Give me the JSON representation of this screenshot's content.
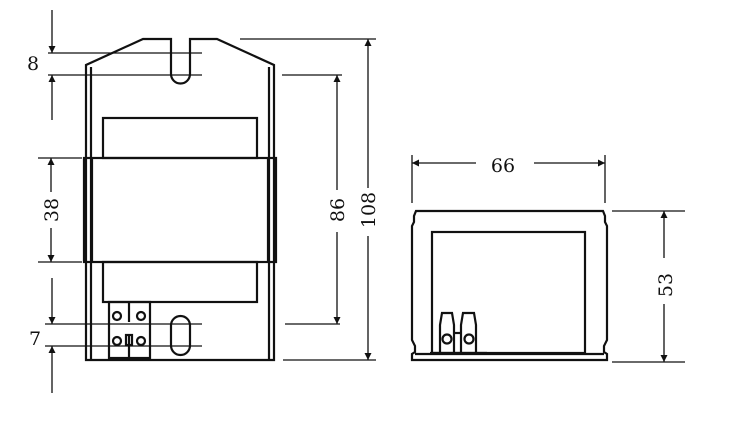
{
  "front_view": {
    "dim_top_slot": "8",
    "dim_band_height": "38",
    "dim_bottom_slot": "7",
    "dim_hole_spacing": "86",
    "dim_total_height": "108"
  },
  "side_view": {
    "dim_width": "66",
    "dim_height": "53"
  }
}
